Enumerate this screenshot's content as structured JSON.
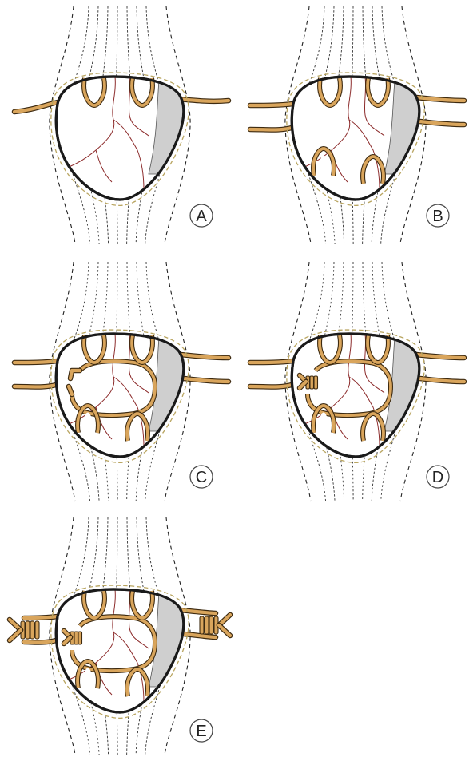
{
  "figure": {
    "panels": [
      {
        "id": "A",
        "label": "A",
        "lateral_strands": 2,
        "vertical_loops": 2,
        "central_loop": false,
        "inner_knot": false,
        "outer_knots": false
      },
      {
        "id": "B",
        "label": "B",
        "lateral_strands": 4,
        "vertical_loops": 4,
        "central_loop": false,
        "inner_knot": false,
        "outer_knots": false
      },
      {
        "id": "C",
        "label": "C",
        "lateral_strands": 4,
        "vertical_loops": 4,
        "central_loop": true,
        "inner_knot": false,
        "outer_knots": false
      },
      {
        "id": "D",
        "label": "D",
        "lateral_strands": 4,
        "vertical_loops": 4,
        "central_loop": true,
        "inner_knot": true,
        "outer_knots": false
      },
      {
        "id": "E",
        "label": "E",
        "lateral_strands": 4,
        "vertical_loops": 4,
        "central_loop": true,
        "inner_knot": true,
        "outer_knots": true
      }
    ],
    "colors": {
      "suture": "#d9a55c",
      "suture_outline": "#3d2a10",
      "capsule_outline": "#1a1a1a",
      "fracture_lines": "#8c2b2b",
      "shaded_region": "#cfcfcf",
      "periosteal_halo": "#b9a560"
    }
  }
}
